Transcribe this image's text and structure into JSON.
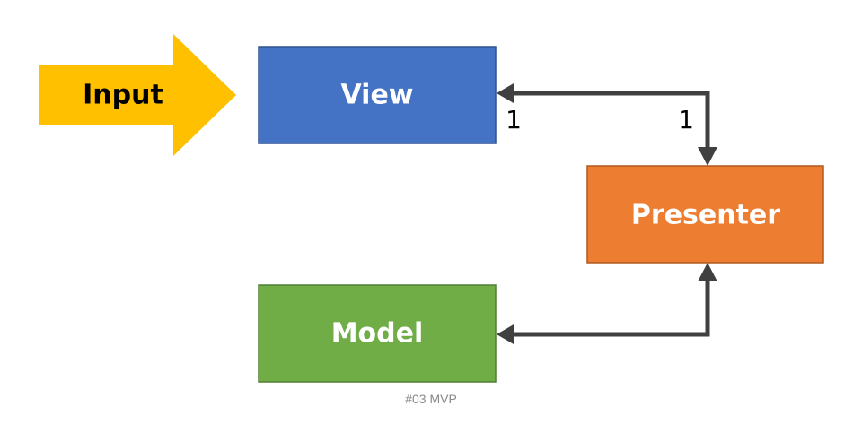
{
  "diagram": {
    "input_label": "Input",
    "nodes": {
      "view": {
        "label": "View",
        "color": "#4472c4"
      },
      "presenter": {
        "label": "Presenter",
        "color": "#ed7d31"
      },
      "model": {
        "label": "Model",
        "color": "#70ad47"
      }
    },
    "input_arrow_color": "#ffc000",
    "connector_color": "#404040",
    "multiplicities": {
      "view_end": "1",
      "presenter_end": "1"
    }
  },
  "caption": "#03 MVP"
}
